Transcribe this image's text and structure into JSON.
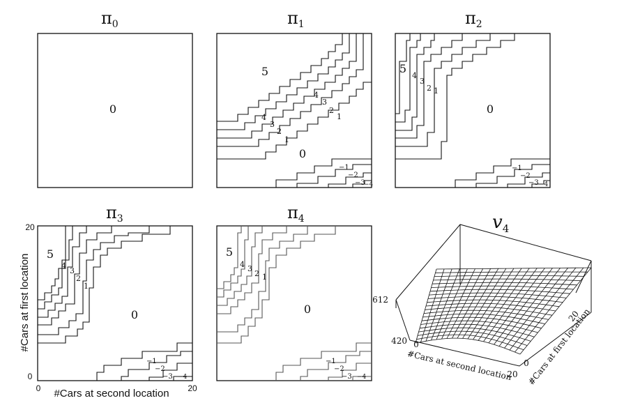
{
  "panels": [
    {
      "title_sym": "π",
      "title_sub": "0",
      "labels": {
        "zero": "0"
      }
    },
    {
      "title_sym": "π",
      "title_sub": "1",
      "labels": {
        "big": "5",
        "zero": "0",
        "pos": [
          "4",
          "3",
          "2",
          "1"
        ],
        "neg": [
          "−1",
          "−2",
          "−3",
          "−4"
        ]
      }
    },
    {
      "title_sym": "π",
      "title_sub": "2",
      "labels": {
        "big": "5",
        "zero": "0",
        "pos": [
          "4",
          "3",
          "2",
          "1"
        ],
        "neg": [
          "−1",
          "−2",
          "−3",
          "−4"
        ]
      }
    },
    {
      "title_sym": "π",
      "title_sub": "3",
      "labels": {
        "big": "5",
        "zero": "0",
        "pos": [
          "4",
          "3",
          "2",
          "1"
        ],
        "neg": [
          "−1",
          "−2",
          "−3",
          "−4"
        ]
      }
    },
    {
      "title_sym": "π",
      "title_sub": "4",
      "labels": {
        "big": "5",
        "zero": "0",
        "pos": [
          "4",
          "3",
          "2",
          "1"
        ],
        "neg": [
          "−1",
          "−2",
          "−3",
          "−4"
        ]
      }
    }
  ],
  "axes": {
    "x_label": "#Cars at second location",
    "y_label": "#Cars at first location",
    "x_min": "0",
    "x_max": "20",
    "y_min": "0",
    "y_max": "20"
  },
  "surface": {
    "title_sym": "v",
    "title_sub": "4",
    "z_max": "612",
    "z_min": "420",
    "x_label": "#Cars at second location",
    "y_label": "#Cars at first location",
    "x_min": "0",
    "x_max": "20",
    "y_min": "0",
    "y_max": "20"
  }
}
